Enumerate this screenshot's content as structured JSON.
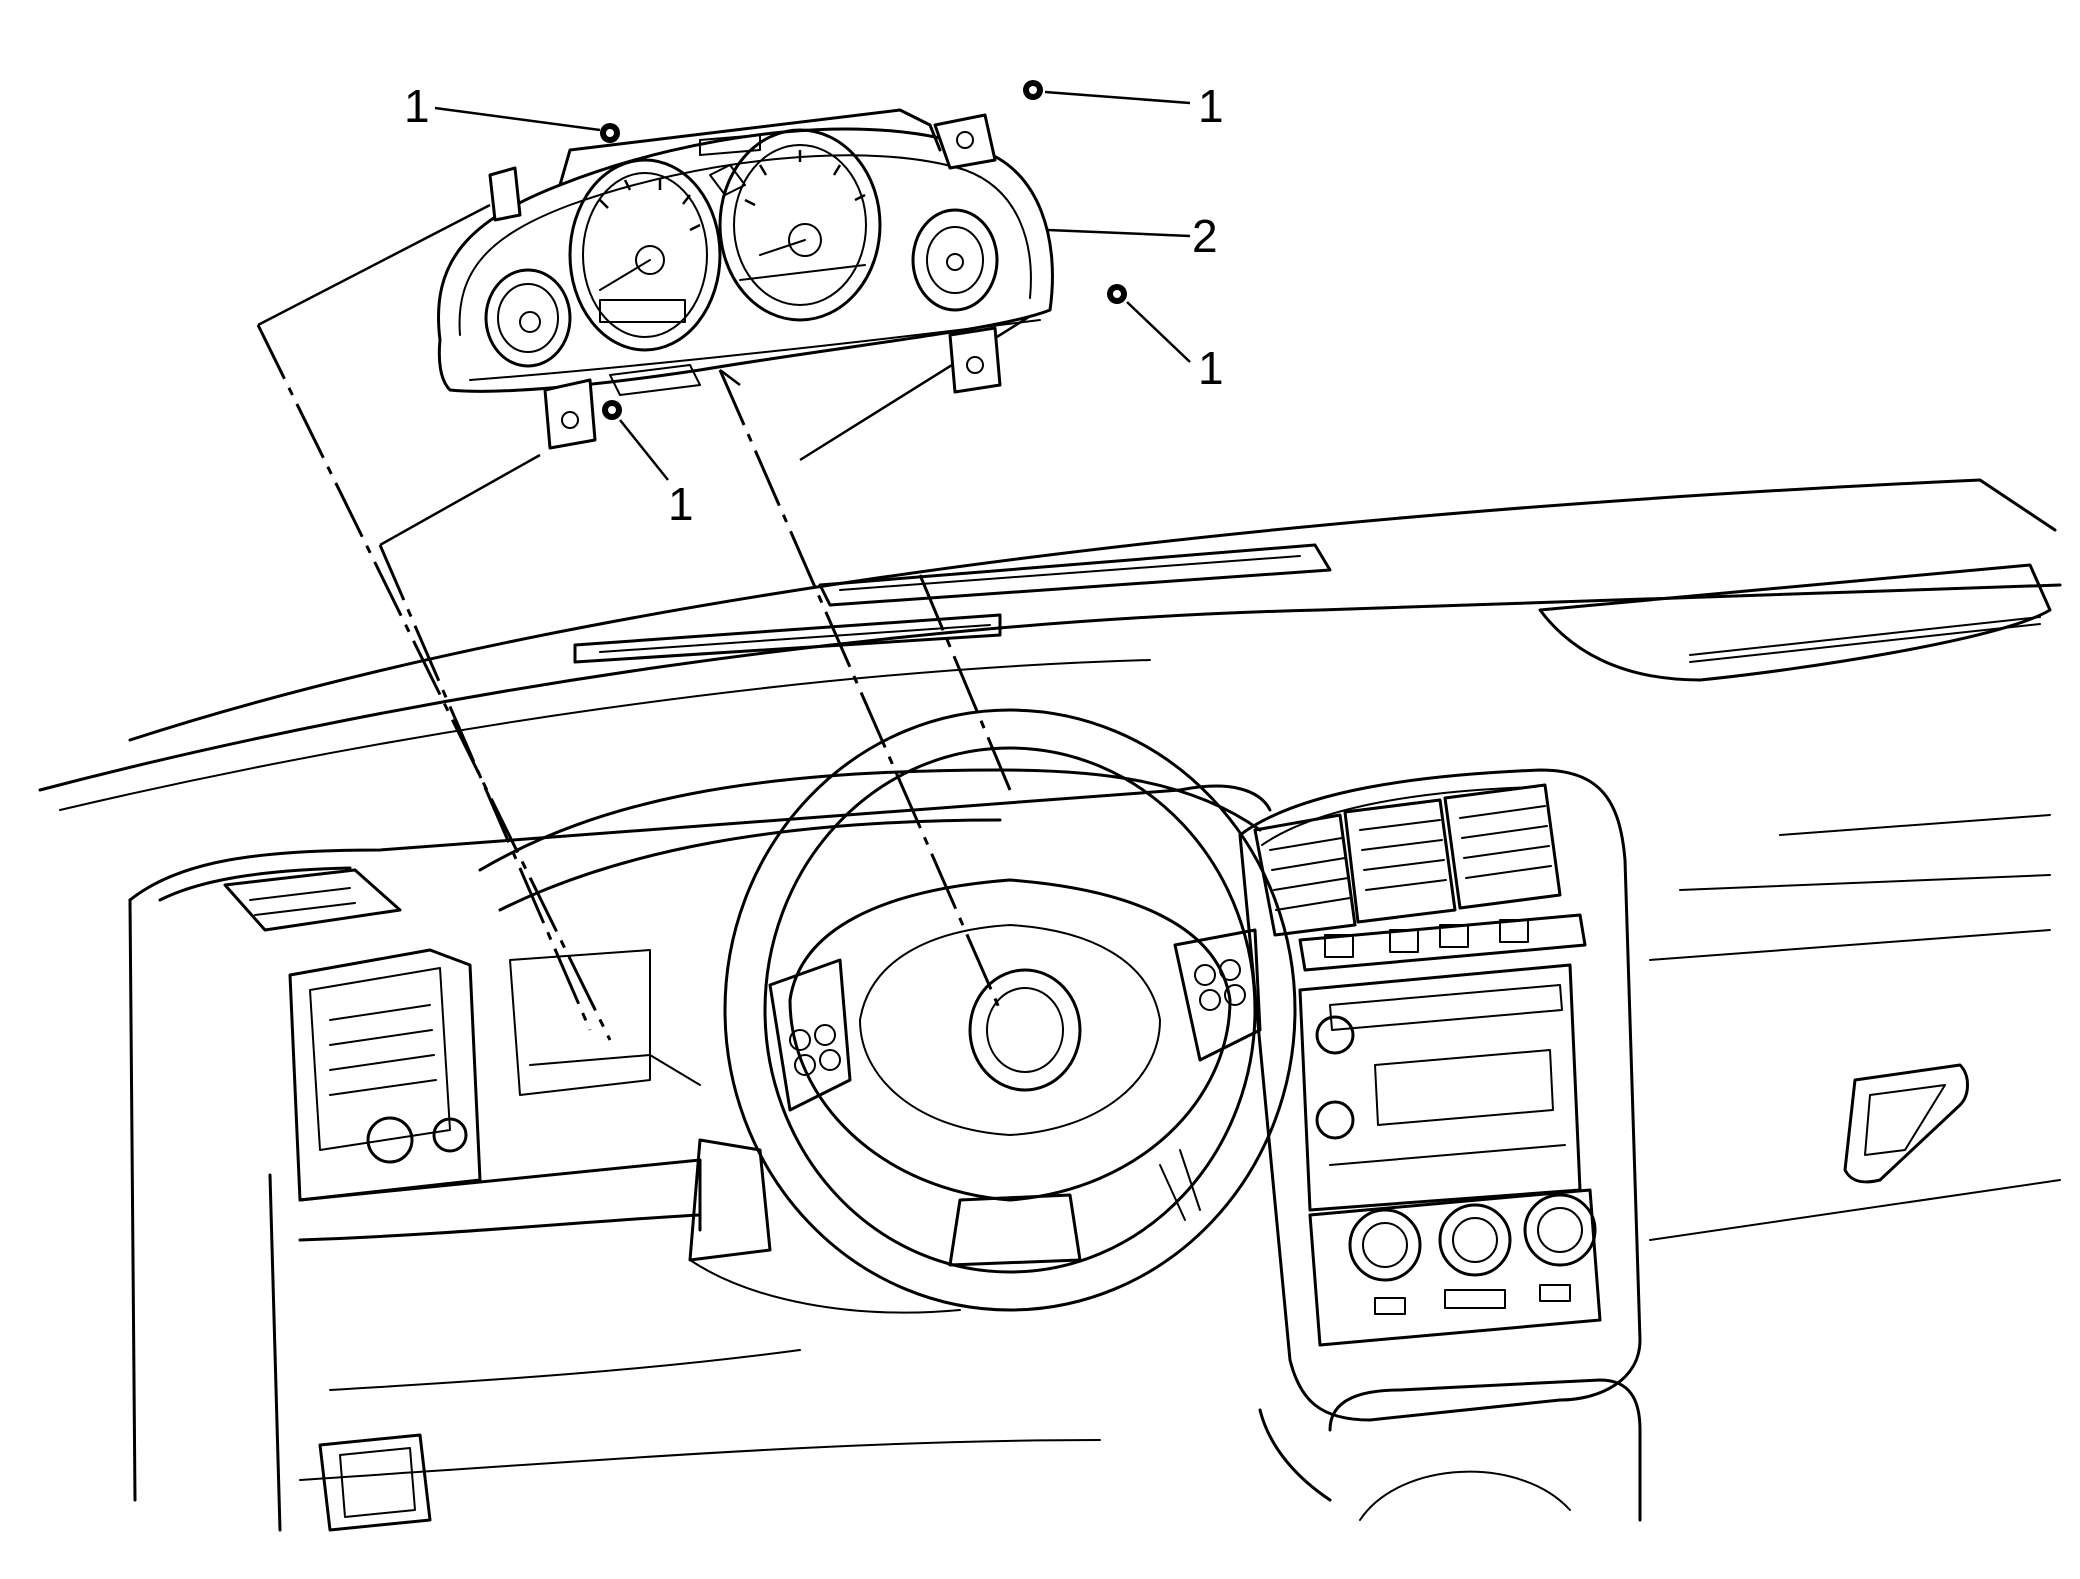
{
  "callouts": [
    {
      "id": "callout-1a",
      "text": "1"
    },
    {
      "id": "callout-1b",
      "text": "1"
    },
    {
      "id": "callout-2",
      "text": "2"
    },
    {
      "id": "callout-1c",
      "text": "1"
    },
    {
      "id": "callout-1d",
      "text": "1"
    }
  ]
}
